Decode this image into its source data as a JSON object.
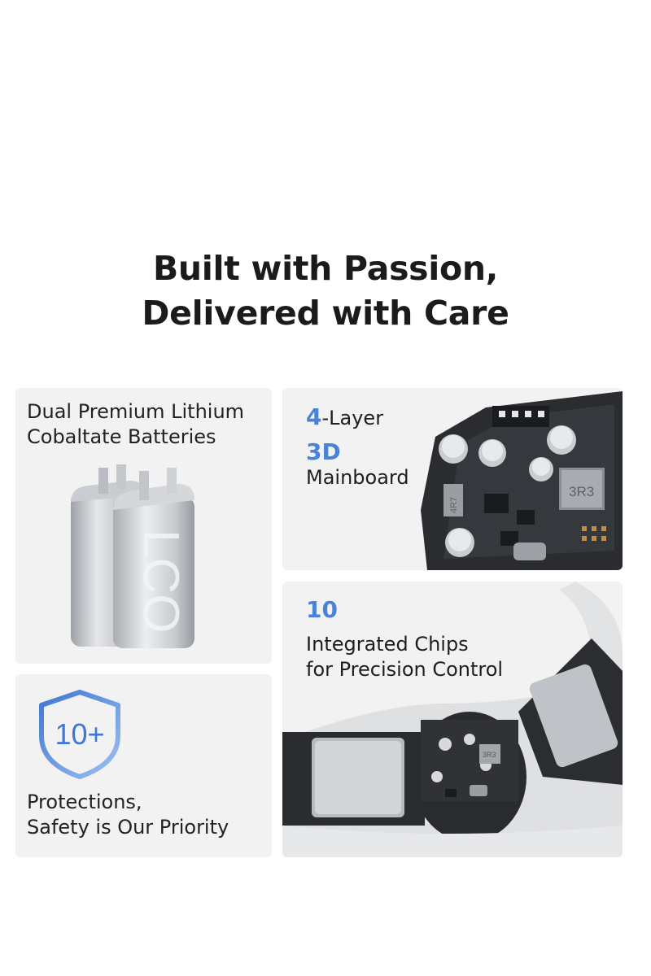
{
  "headline": {
    "line1": "Built with Passion,",
    "line2": "Delivered with Care"
  },
  "cards": {
    "batteries": {
      "line1": "Dual Premium Lithium",
      "line2": "Cobaltate Batteries",
      "battery_label": "LCO",
      "icon": "battery-cells-image"
    },
    "mainboard": {
      "accent1": "4",
      "suffix1": "-Layer",
      "accent2": "3D",
      "line3": "Mainboard",
      "chip_label_a": "4R7",
      "chip_label_b": "3R3",
      "icon": "circuit-board-image"
    },
    "protections": {
      "shield_text": "10+",
      "line1": "Protections,",
      "line2": "Safety is Our Priority",
      "icon": "shield-icon"
    },
    "chips": {
      "accent": "10",
      "line1": "Integrated Chips",
      "line2": "for Precision Control",
      "chip_label": "3R3",
      "icon": "device-internals-image"
    }
  },
  "colors": {
    "accent": "#4a82d6",
    "card_bg": "#f2f2f2",
    "text": "#1e1e1e"
  }
}
